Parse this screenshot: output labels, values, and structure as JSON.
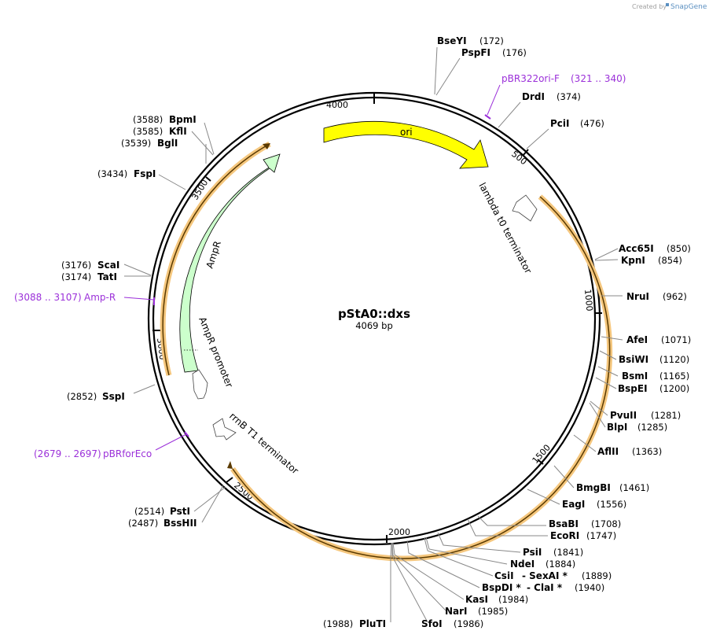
{
  "credit": {
    "prefix": "Created by",
    "brand": "SnapGene"
  },
  "map": {
    "name": "pStA0::dxs",
    "size_label": "4069 bp",
    "length": 4069,
    "ticks": [
      "500",
      "1000",
      "1500",
      "2000",
      "2500",
      "3000",
      "3500",
      "4000"
    ]
  },
  "enzymes": [
    {
      "name": "BseYI",
      "pos": "(172)"
    },
    {
      "name": "PspFI",
      "pos": "(176)"
    },
    {
      "name": "DrdI",
      "pos": "(374)"
    },
    {
      "name": "PciI",
      "pos": "(476)"
    },
    {
      "name": "Acc65I",
      "pos": "(850)"
    },
    {
      "name": "KpnI",
      "pos": "(854)"
    },
    {
      "name": "NruI",
      "pos": "(962)"
    },
    {
      "name": "AfeI",
      "pos": "(1071)"
    },
    {
      "name": "BsiWI",
      "pos": "(1120)"
    },
    {
      "name": "BsmI",
      "pos": "(1165)"
    },
    {
      "name": "BspEI",
      "pos": "(1200)"
    },
    {
      "name": "PvuII",
      "pos": "(1281)"
    },
    {
      "name": "BlpI",
      "pos": "(1285)"
    },
    {
      "name": "AflII",
      "pos": "(1363)"
    },
    {
      "name": "BmgBI",
      "pos": "(1461)"
    },
    {
      "name": "EagI",
      "pos": "(1556)"
    },
    {
      "name": "BsaBI",
      "pos": "(1708)"
    },
    {
      "name": "EcoRI",
      "pos": "(1747)"
    },
    {
      "name": "PsiI",
      "pos": "(1841)"
    },
    {
      "name": "NdeI",
      "pos": "(1884)"
    },
    {
      "name": "CsiI",
      "pos": ""
    },
    {
      "name": "- SexAI *",
      "pos": "(1889)"
    },
    {
      "name": "BspDI *",
      "pos": ""
    },
    {
      "name": "- ClaI *",
      "pos": "(1940)"
    },
    {
      "name": "KasI",
      "pos": "(1984)"
    },
    {
      "name": "NarI",
      "pos": "(1985)"
    },
    {
      "name": "SfoI",
      "pos": "(1986)"
    },
    {
      "name": "PluTI",
      "pos": "(1988)"
    },
    {
      "name": "BssHII",
      "pos": "(2487)"
    },
    {
      "name": "PstI",
      "pos": "(2514)"
    },
    {
      "name": "SspI",
      "pos": "(2852)"
    },
    {
      "name": "TatI",
      "pos": "(3174)"
    },
    {
      "name": "ScaI",
      "pos": "(3176)"
    },
    {
      "name": "FspI",
      "pos": "(3434)"
    },
    {
      "name": "BglI",
      "pos": "(3539)"
    },
    {
      "name": "KflI",
      "pos": "(3585)"
    },
    {
      "name": "BpmI",
      "pos": "(3588)"
    }
  ],
  "primers": [
    {
      "name": "pBR322ori-F",
      "range": "(321 .. 340)"
    },
    {
      "name": "Amp-R",
      "range": "(3088 .. 3107)"
    },
    {
      "name": "pBRforEco",
      "range": "(2679 .. 2697)"
    }
  ],
  "features": [
    {
      "name": "ori",
      "color": "#ffff00"
    },
    {
      "name": "lambda t0 terminator",
      "color": "#ffffff"
    },
    {
      "name": "rrnB T1 terminator",
      "color": "#ffffff"
    },
    {
      "name": "AmpR",
      "color": "#ccffcc"
    },
    {
      "name": "AmpR promoter",
      "color": "#ffffff"
    }
  ],
  "highlight_color": "#f5c77e"
}
